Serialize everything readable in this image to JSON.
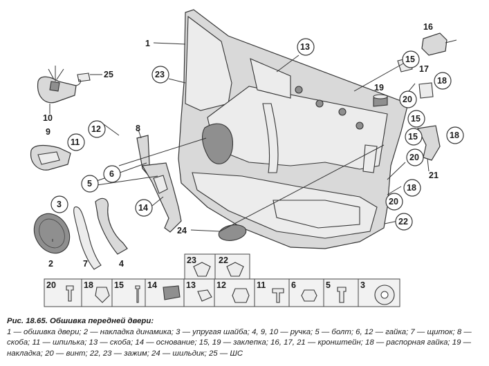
{
  "caption": {
    "title": "Рис. 18.65. Обшивка передней двери:",
    "legend": "1 — обшивка двери; 2 — накладка динамика; 3 — упругая шайба; 4, 9, 10 — ручка; 5 — болт; 6, 12 — гайка; 7 — щиток; 8 — скоба; 11 — шпилька; 13 — скоба; 14 — основание; 15, 19 — заклепка; 16, 17, 21 — кронштейн; 18 — распорная гайка; 19 — накладка; 20 — винт; 22, 23 — зажим; 24 — шильдик; 25 — ШС"
  },
  "callouts": {
    "c1": "1",
    "c2": "2",
    "c3": "3",
    "c4": "4",
    "c5": "5",
    "c6": "6",
    "c7": "7",
    "c8": "8",
    "c9": "9",
    "c10": "10",
    "c11": "11",
    "c12": "12",
    "c13": "13",
    "c14": "14",
    "c15a": "15",
    "c15b": "15",
    "c15c": "15",
    "c16": "16",
    "c17": "17",
    "c18a": "18",
    "c18b": "18",
    "c18c": "18",
    "c19": "19",
    "c20a": "20",
    "c20b": "20",
    "c20c": "20",
    "c21": "21",
    "c22": "22",
    "c23": "23",
    "c24": "24",
    "c25": "25"
  },
  "strip": {
    "s20": "20",
    "s18": "18",
    "s15": "15",
    "s14": "14",
    "s13": "13",
    "s12": "12",
    "s11": "11",
    "s6": "6",
    "s5": "5",
    "s3": "3",
    "s23": "23",
    "s22": "22"
  }
}
